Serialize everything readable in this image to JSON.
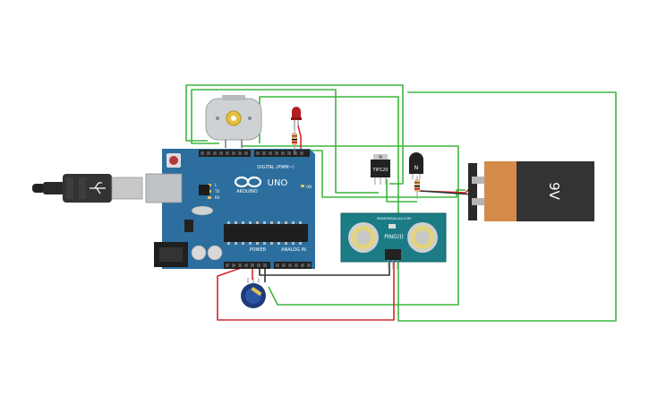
{
  "arduino": {
    "brand": "ARDUINO",
    "model": "UNO",
    "digital_label": "DIGITAL (PWM~)",
    "power_label": "POWER",
    "analog_label": "ANALOG IN",
    "on_label": "ON",
    "tx_label": "TX",
    "rx_label": "RX",
    "l_label": "L"
  },
  "transistor": {
    "label": "TIP120"
  },
  "diode": {
    "label": "N"
  },
  "ultrasonic": {
    "label": "PING)))",
    "url": "WWW.PARALLAX.COM"
  },
  "battery": {
    "label": "9V"
  },
  "colors": {
    "board": "#2c6e9e",
    "wire_green": "#3db53d",
    "wire_red": "#d42a2a",
    "wire_black": "#333333",
    "battery_body": "#333333",
    "battery_cap": "#d48b4a",
    "sensor": "#1b7c86"
  }
}
